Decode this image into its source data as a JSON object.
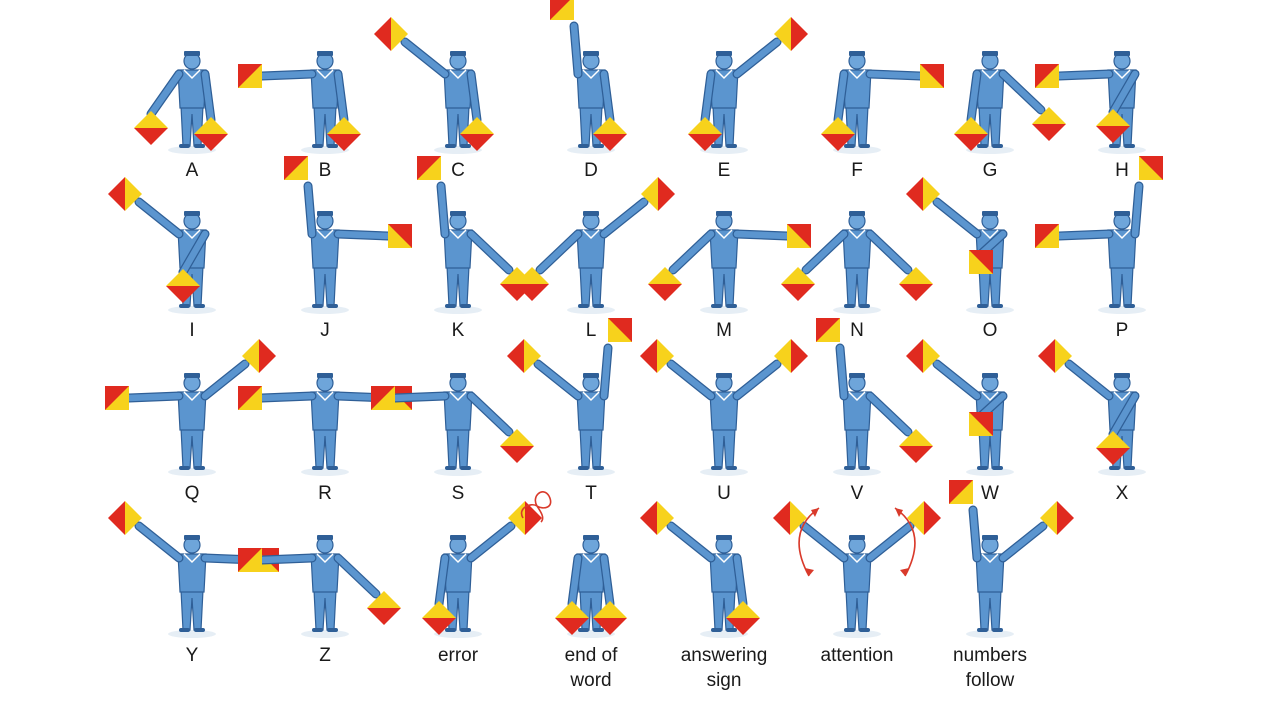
{
  "colors": {
    "body": "#5b95cf",
    "body_dark": "#2f5f97",
    "skin": "#6ea5da",
    "flag_red": "#e02a1f",
    "flag_yellow": "#f7d21c",
    "shadow": "#e6eef5",
    "arrow": "#d93a2b"
  },
  "signs": [
    {
      "label": "A",
      "left": "low-left",
      "right": "down"
    },
    {
      "label": "B",
      "left": "out",
      "right": "down"
    },
    {
      "label": "C",
      "left": "high-out",
      "right": "down"
    },
    {
      "label": "D",
      "left": "up",
      "right": "down"
    },
    {
      "label": "E",
      "left": "down",
      "right": "high-out"
    },
    {
      "label": "F",
      "left": "down",
      "right": "out"
    },
    {
      "label": "G",
      "left": "down",
      "right": "low-out"
    },
    {
      "label": "H",
      "left": "out",
      "right": "cross-low"
    },
    {
      "label": "I",
      "left": "high-out",
      "right": "cross-low"
    },
    {
      "label": "J",
      "left": "up",
      "right": "out"
    },
    {
      "label": "K",
      "left": "up",
      "right": "low-out"
    },
    {
      "label": "L",
      "left": "low-out",
      "right": "high-out"
    },
    {
      "label": "M",
      "left": "low-out",
      "right": "out"
    },
    {
      "label": "N",
      "left": "low-out",
      "right": "low-out"
    },
    {
      "label": "O",
      "left": "high-out",
      "right": "cross-mid"
    },
    {
      "label": "P",
      "left": "out",
      "right": "up"
    },
    {
      "label": "Q",
      "left": "out",
      "right": "high-out"
    },
    {
      "label": "R",
      "left": "out",
      "right": "out"
    },
    {
      "label": "S",
      "left": "out",
      "right": "low-out"
    },
    {
      "label": "T",
      "left": "high-out",
      "right": "up"
    },
    {
      "label": "U",
      "left": "high-out",
      "right": "high-out"
    },
    {
      "label": "V",
      "left": "up",
      "right": "low-out"
    },
    {
      "label": "W",
      "left": "high-out",
      "right": "cross-mid"
    },
    {
      "label": "X",
      "left": "high-out",
      "right": "cross-low"
    },
    {
      "label": "Y",
      "left": "high-out",
      "right": "out"
    },
    {
      "label": "Z",
      "left": "out",
      "right": "low-out"
    },
    {
      "label": "error",
      "left": "down",
      "right": "high-out",
      "mark": "loop"
    },
    {
      "label": "end of\nword",
      "left": "down",
      "right": "down"
    },
    {
      "label": "answering\nsign",
      "left": "high-out",
      "right": "down"
    },
    {
      "label": "attention",
      "left": "high-out",
      "right": "high-out",
      "mark": "arcs"
    },
    {
      "label": "numbers\nfollow",
      "left": "up",
      "right": "high-out"
    }
  ]
}
